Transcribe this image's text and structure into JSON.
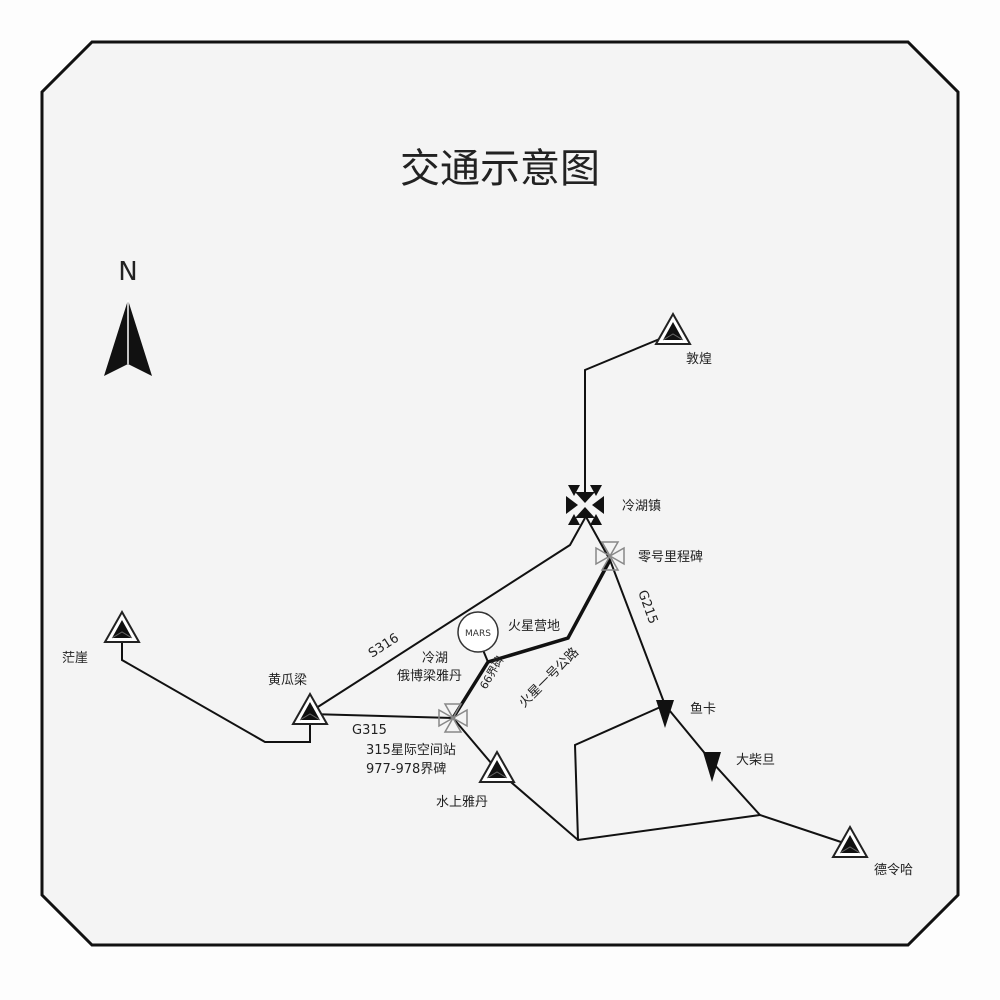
{
  "title": "交通示意图",
  "compass": {
    "label": "N"
  },
  "places": {
    "dunhuang": "敦煌",
    "lenghu_town": "冷湖镇",
    "zero_milestone": "零号里程碑",
    "mars_camp": "火星营地",
    "mars_logo": "MARS",
    "ebo_yardang_line1": "冷湖",
    "ebo_yardang_line2": "俄博梁雅丹",
    "mangya": "茫崖",
    "huanggualiang": "黄瓜梁",
    "station_line1": "315星际空间站",
    "station_line2": "977-978界碑",
    "water_yardang": "水上雅丹",
    "yuka": "鱼卡",
    "dachaidan": "大柴旦",
    "delingha": "德令哈"
  },
  "roads": {
    "s316": "S316",
    "g315": "G315",
    "g215": "G215",
    "marker66": "66界碑",
    "mars_road": "火星一号公路"
  }
}
